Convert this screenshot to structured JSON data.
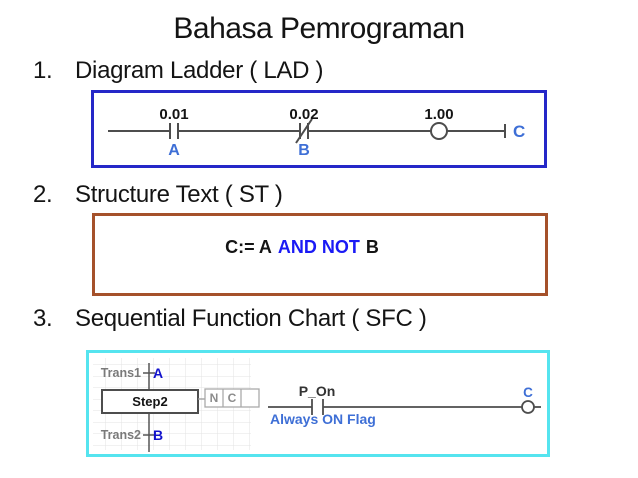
{
  "slide": {
    "title": "Bahasa Pemrograman",
    "items": [
      {
        "number": "1.",
        "label": "Diagram Ladder ( LAD )"
      },
      {
        "number": "2.",
        "label": "Structure Text ( ST )"
      },
      {
        "number": "3.",
        "label": "Sequential Function Chart ( SFC )"
      }
    ]
  },
  "lad": {
    "contact1": {
      "address": "0.01",
      "var": "A",
      "type": "normally-open"
    },
    "contact2": {
      "address": "0.02",
      "var": "B",
      "type": "normally-closed"
    },
    "coil": {
      "address": "1.00"
    },
    "output_var": "C"
  },
  "st": {
    "assignment": "C:= A",
    "keyword": "AND NOT",
    "operand": "B"
  },
  "sfc": {
    "trans1": {
      "name": "Trans1",
      "var": "A"
    },
    "step": {
      "name": "Step2"
    },
    "action": {
      "qualifier": "N",
      "var": "C"
    },
    "trans2": {
      "name": "Trans2",
      "var": "B"
    },
    "rung": {
      "contact_label": "P_On",
      "contact_comment": "Always ON Flag",
      "coil_var": "C"
    }
  },
  "colors": {
    "lad_border": "#2527c8",
    "st_border": "#a5512a",
    "sfc_border": "#55e4ef",
    "label_blue": "#3e6fd6",
    "keyword_blue": "#1a1af5",
    "sfc_var_blue": "#1212cc",
    "wire_gray": "#4d4d4d"
  }
}
